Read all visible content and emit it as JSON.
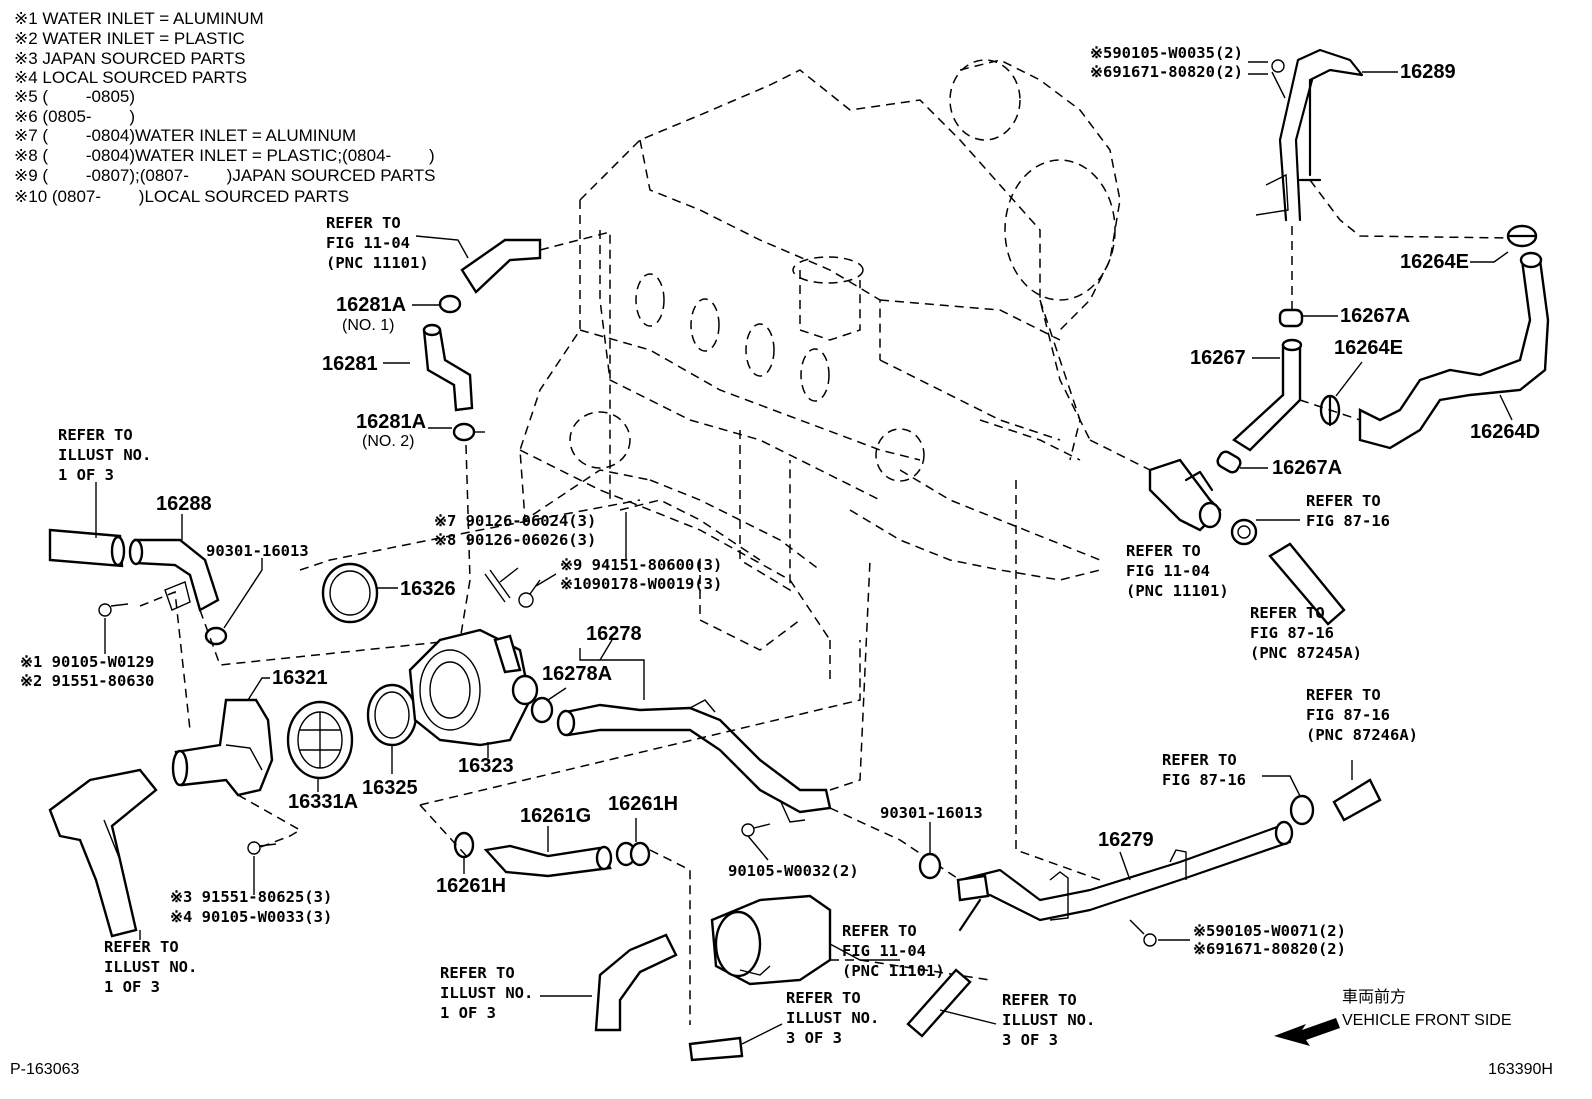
{
  "notes": [
    "※1 WATER INLET = ALUMINUM",
    "※2 WATER INLET = PLASTIC",
    "※3 JAPAN SOURCED PARTS",
    "※4 LOCAL SOURCED PARTS",
    "※5 (        -0805)",
    "※6 (0805-        )",
    "※7 (        -0804)WATER INLET = ALUMINUM",
    "※8 (        -0804)WATER INLET = PLASTIC;(0804-        )",
    "※9 (        -0807);(0807-        )JAPAN SOURCED PARTS",
    "※10 (0807-        )LOCAL SOURCED PARTS"
  ],
  "parts": {
    "p16289": "16289",
    "p16264E_top": "16264E",
    "p16267A_top": "16267A",
    "p16267": "16267",
    "p16264E_mid": "16264E",
    "p16264D": "16264D",
    "p16267A_bot": "16267A",
    "p16281A_1": "16281A",
    "p16281": "16281",
    "p16281A_2": "16281A",
    "p16288": "16288",
    "p16326": "16326",
    "p16321": "16321",
    "p16278": "16278",
    "p16278A": "16278A",
    "p16323": "16323",
    "p16331A": "16331A",
    "p16325": "16325",
    "p16261G": "16261G",
    "p16261H_top": "16261H",
    "p16261H_bot": "16261H",
    "p16279": "16279"
  },
  "sub": {
    "no1": "(NO. 1)",
    "no2": "(NO. 2)"
  },
  "bolts": {
    "b5_90105_w0035": "※590105-W0035(2)",
    "b6_91671_80820_top": "※691671-80820(2)",
    "b90301_16013_left": "90301-16013",
    "b7": "※7 90126-06024(3)",
    "b8": "※8 90126-06026(3)",
    "b9": "※9  94151-80600(3)",
    "b10": "※1090178-W0019(3)",
    "b1": "※1 90105-W0129",
    "b2": "※2 91551-80630",
    "b3": "※3  91551-80625(3)",
    "b4": "※4  90105-W0033(3)",
    "b90301_16013_right": "90301-16013",
    "b90105_w0032": "90105-W0032(2)",
    "b5_90105_w0071": "※590105-W0071(2)",
    "b6_91671_80820_bot": "※691671-80820(2)"
  },
  "refs": {
    "r_fig1104_top": [
      "REFER TO",
      "FIG 11-04",
      "(PNC 11101)"
    ],
    "r_illust1_left": [
      "REFER TO",
      "ILLUST NO.",
      "1 OF 3"
    ],
    "r_fig8716_a": [
      "REFER TO",
      "FIG 87-16"
    ],
    "r_fig1104_right": [
      "REFER TO",
      "FIG 11-04",
      "(PNC 11101)"
    ],
    "r_fig8716_87245": [
      "REFER TO",
      "FIG 87-16",
      "(PNC 87245A)"
    ],
    "r_fig8716_87246": [
      "REFER TO",
      "FIG 87-16",
      "(PNC 87246A)"
    ],
    "r_fig8716_b": [
      "REFER TO",
      "FIG 87-16"
    ],
    "r_illust1_bl": [
      "REFER TO",
      "ILLUST NO.",
      "1 OF 3"
    ],
    "r_fig1104_bot": [
      "REFER TO",
      "FIG 11-04",
      "(PNC 11101)"
    ],
    "r_illust1_bot": [
      "REFER TO",
      "ILLUST NO.",
      "1 OF 3"
    ],
    "r_illust3_a": [
      "REFER TO",
      "ILLUST NO.",
      "3 OF 3"
    ],
    "r_illust3_b": [
      "REFER TO",
      "ILLUST NO.",
      "3 OF 3"
    ]
  },
  "front": {
    "jp": "車両前方",
    "en": "VEHICLE FRONT SIDE"
  },
  "footer": {
    "left_code": "P-163063",
    "right_code": "163390H"
  }
}
